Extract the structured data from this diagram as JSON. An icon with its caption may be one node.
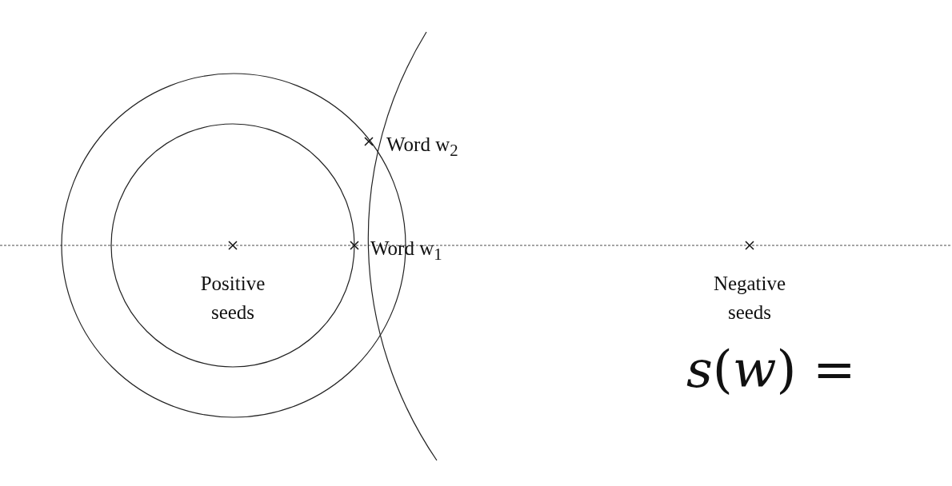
{
  "diagram": {
    "labels": [
      "Word w$_{2}$",
      "Word w$_{1}$",
      "Positive seeds",
      "Negative seeds",
      "*s*(*w*) ="
    ]
  }
}
